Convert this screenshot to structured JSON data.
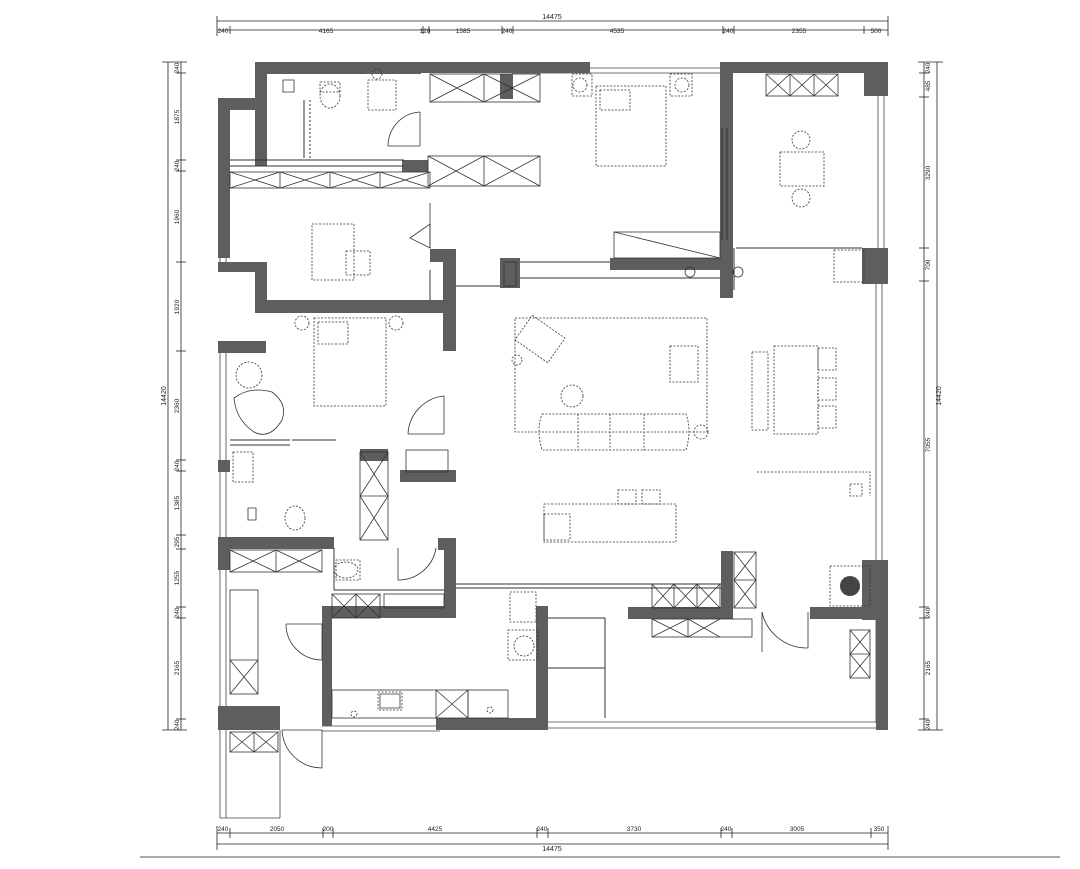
{
  "dimensions": {
    "top_total": "14475",
    "top_segments": [
      "240",
      "4165",
      "120",
      "1585",
      "240",
      "4535",
      "240",
      "2355",
      "500"
    ],
    "bottom_total": "14475",
    "bottom_segments": [
      "240",
      "2050",
      "200",
      "4425",
      "240",
      "3730",
      "240",
      "3005",
      "350"
    ],
    "left_total": "14420",
    "left_segments": [
      "240",
      "1875",
      "240",
      "1960",
      "1920",
      "2360",
      "240",
      "1385",
      "295",
      "1255",
      "240",
      "2165",
      "240"
    ],
    "right_total": "14420",
    "right_segments": [
      "240",
      "485",
      "3290",
      "700",
      "7055",
      "240",
      "2165",
      "240"
    ]
  }
}
